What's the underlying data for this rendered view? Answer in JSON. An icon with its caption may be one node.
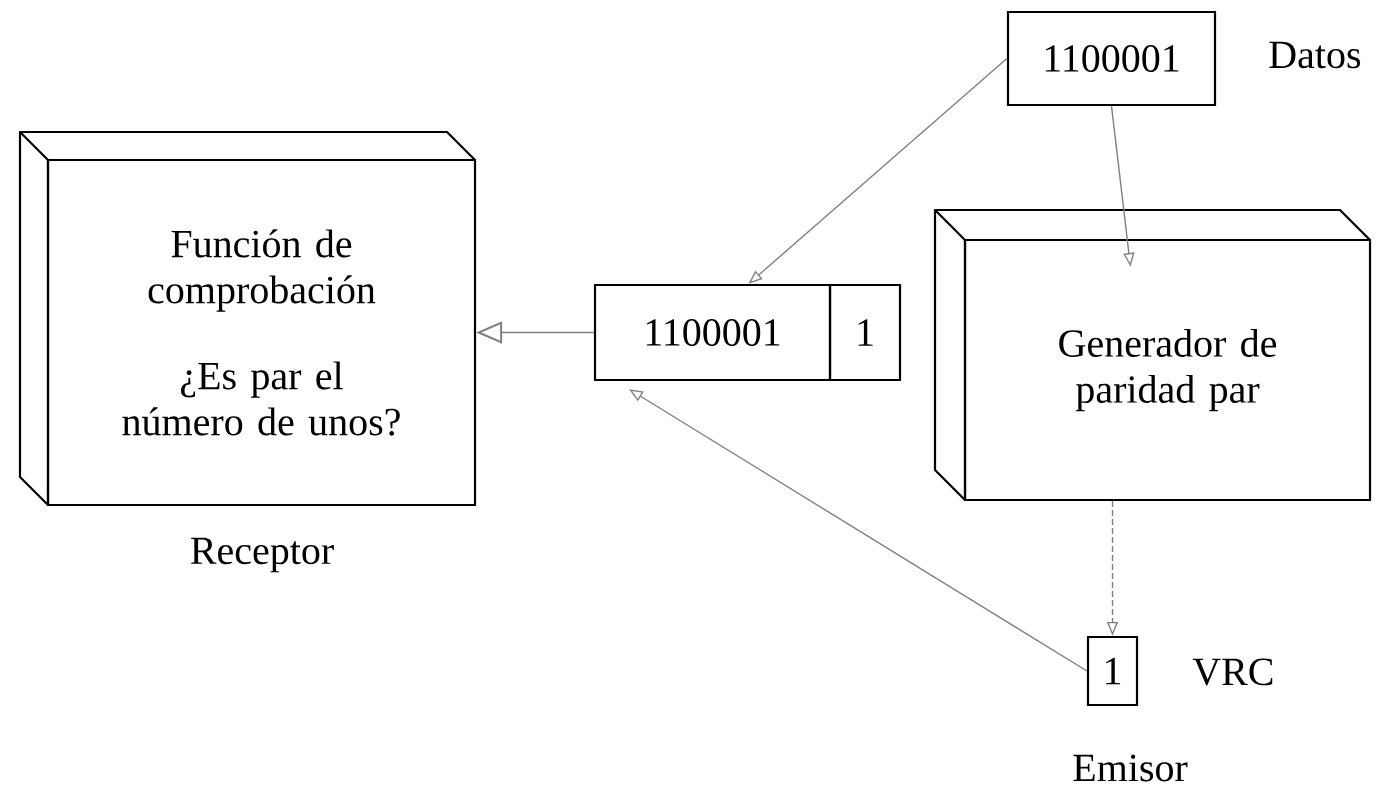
{
  "diagram": {
    "nodes": [
      {
        "text": [
          "1100001"
        ],
        "beside": [
          "Datos"
        ]
      },
      {
        "text": [
          "Función de comprobación",
          "¿Es par el número de unos?"
        ],
        "beside": [
          "Receptor"
        ]
      },
      {
        "text": [
          "1100001"
        ]
      },
      {
        "text": [
          "1"
        ]
      },
      {
        "text": [
          "Generador de paridad par"
        ]
      },
      {
        "text": [
          "1"
        ],
        "beside": [
          "VRC"
        ]
      }
    ],
    "edges": [
      {
        "from": 0,
        "to": 2,
        "arrow": "to"
      },
      {
        "from": 0,
        "to": 4,
        "arrow": "to"
      },
      {
        "from": 4,
        "to": 5,
        "arrow": "to",
        "style": "dashed"
      },
      {
        "from": 5,
        "to": 2,
        "arrow": "to"
      },
      {
        "from": 2,
        "to": 1,
        "arrow": "to"
      }
    ],
    "labels": [
      "Emisor"
    ]
  }
}
